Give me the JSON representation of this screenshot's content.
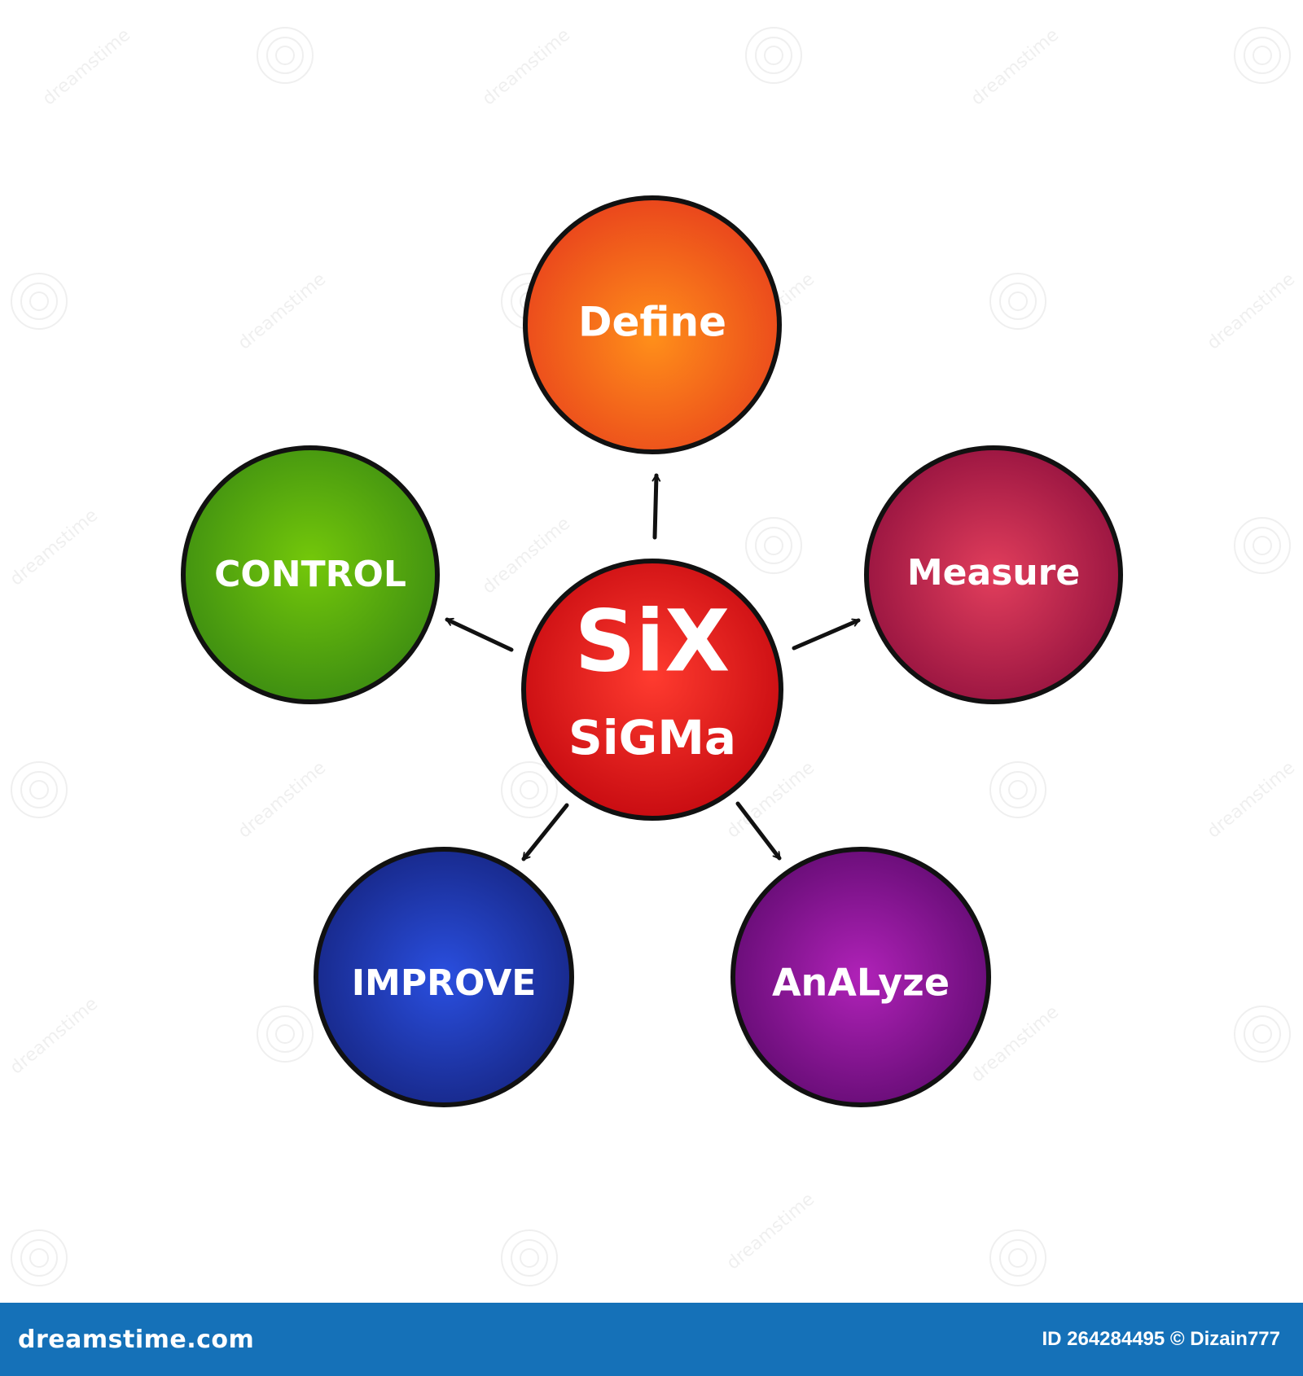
{
  "center": {
    "line1": "SiX",
    "line2": "SiGMa",
    "color": "#e3141b"
  },
  "nodes": [
    {
      "id": "define",
      "label": "Define",
      "color": "#f15a1b"
    },
    {
      "id": "measure",
      "label": "Measure",
      "color": "#b01a4a"
    },
    {
      "id": "analyze",
      "label": "AnALyze",
      "color": "#7f0e8a"
    },
    {
      "id": "improve",
      "label": "IMPROVE",
      "color": "#1a2fa0"
    },
    {
      "id": "control",
      "label": "CONTROL",
      "color": "#4fa10e"
    }
  ],
  "watermark": {
    "text": "dreamstime"
  },
  "footer": {
    "brand": "dreamstime.com",
    "credit": "ID 264284495 © Dizain777",
    "background": "#1571b8"
  }
}
